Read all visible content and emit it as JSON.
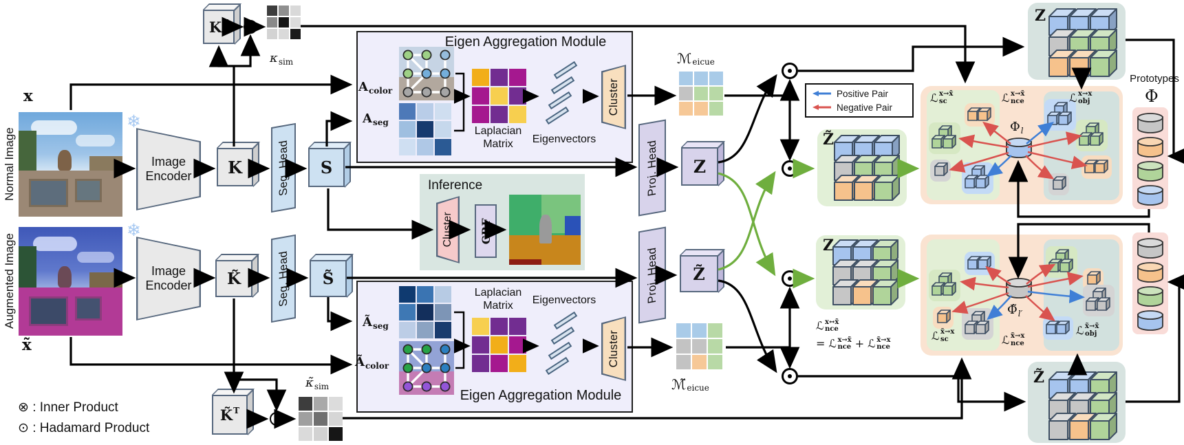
{
  "figure": {
    "normal_image_label": "Normal Image",
    "augmented_image_label": "Augmented Image",
    "x_label": "x",
    "x_tilde_label": "x̃",
    "snowflake_icon": "❄",
    "image_encoder": "Image Encoder",
    "seg_head": "Seg. Head",
    "proj_head": "Proj. Head",
    "k": "K",
    "k_t_base": "K",
    "k_t_sup": "T",
    "k_tilde": "K̃",
    "k_tilde_t_base": "K̃",
    "k_tilde_t_sup": "T",
    "s": "S",
    "s_tilde": "S̃",
    "z": "Z",
    "z_tilde": "Z̃",
    "ksim_base": "κ",
    "ksim_sub": "sim",
    "ksim_tilde_base": "κ̃",
    "ksim_tilde_sub": "sim",
    "m_base": "ℳ",
    "m_sub": "eicue",
    "m_tilde_base": "ℳ̃",
    "m_tilde_sub": "eicue"
  },
  "eam_top": {
    "title": "Eigen Aggregation Module",
    "a_color_base": "A",
    "a_color_sub": "color",
    "a_seg_base": "A",
    "a_seg_sub": "seg",
    "laplacian_line1": "Laplacian",
    "laplacian_line2": "Matrix",
    "eigenvectors": "Eigenvectors",
    "cluster": "Cluster"
  },
  "eam_bottom": {
    "title": "Eigen Aggregation Module",
    "a_color_base": "Ã",
    "a_color_sub": "color",
    "a_seg_base": "Ã",
    "a_seg_sub": "seg",
    "laplacian_line1": "Laplacian",
    "laplacian_line2": "Matrix",
    "eigenvectors": "Eigenvectors",
    "cluster": "Cluster"
  },
  "inference": {
    "title": "Inference",
    "cluster": "Cluster",
    "crf": "CRF"
  },
  "pair_legend": {
    "positive": "Positive Pair",
    "negative": "Negative Pair",
    "positive_color": "#3f7fd6",
    "negative_color": "#d9534f"
  },
  "loss_top": {
    "sc_base": "ℒ",
    "sc_sub": "sc",
    "sc_sup": "x→x̃",
    "nce_base": "ℒ",
    "nce_sub": "nce",
    "nce_sup": "x→x̃",
    "obj_base": "ℒ",
    "obj_sub": "obj",
    "obj_sup": "x→x",
    "proto_base": "Φ",
    "proto_sub": "l"
  },
  "loss_bottom": {
    "sc_base": "ℒ",
    "sc_sub": "sc",
    "sc_sup": "x̃→x",
    "nce_base": "ℒ",
    "nce_sub": "nce",
    "nce_sup": "x̃→x",
    "obj_base": "ℒ",
    "obj_sub": "obj",
    "obj_sup": "x̃→x̃",
    "proto_base": "Φ̃",
    "proto_sub": "l′"
  },
  "equation": {
    "t0_base": "ℒ",
    "t0_sub": "nce",
    "t0_sup": "x↔x̃",
    "eq": "=",
    "t1_base": "ℒ",
    "t1_sub": "nce",
    "t1_sup": "x→x̃",
    "plus": "+",
    "t2_base": "ℒ",
    "t2_sub": "nce",
    "t2_sup": "x̃→x"
  },
  "prototypes": {
    "label": "Prototypes",
    "symbol": "Φ",
    "order": [
      "gray",
      "orange",
      "green",
      "blue"
    ]
  },
  "ops_legend": {
    "inner": "⊗ : Inner Product",
    "hadamard": "⊙ : Hadamard Product"
  },
  "cube_colors": {
    "blue": "#a6c4ee",
    "green": "#b0d49a",
    "gray": "#c6c6c6",
    "orange": "#f6c28c"
  },
  "halo_colors": {
    "blue": "#c3daf6",
    "green": "#d6e8c3",
    "gray": "#d4d4d4",
    "orange": "#f8dcc0"
  },
  "accent_colors": {
    "flow_green": "#6fae3e",
    "wire_black": "#000000",
    "eam_bg": "#efeefb",
    "inference_bg": "#d9e6e1",
    "panel_bg": "#fae3d1"
  },
  "grids": {
    "ksim": {
      "cells": [
        [
          "#3d3d3d",
          "#8f8f8f",
          "#d9d9d9"
        ],
        [
          "#8a8a8a",
          "#141414",
          "#dcdcdc"
        ],
        [
          "#d3d3d3",
          "#dadada",
          "#1b1b1b"
        ]
      ]
    },
    "ksim_tilde": {
      "cells": [
        [
          "#3d3d3d",
          "#a9a9a9",
          "#dcdcdc"
        ],
        [
          "#9f9f9f",
          "#6f6f6f",
          "#d6d6d6"
        ],
        [
          "#dadada",
          "#d2d2d2",
          "#161616"
        ]
      ]
    },
    "aseg": {
      "cells": [
        [
          "#4d79b8",
          "#b9cde8",
          "#cfdef0"
        ],
        [
          "#9fbfe0",
          "#173a6e",
          "#c6d8ec"
        ],
        [
          "#cfdff2",
          "#afc8e6",
          "#2b5a94"
        ]
      ]
    },
    "aseg_tilde": {
      "cells": [
        [
          "#0f3a70",
          "#3a74b2",
          "#b7cbe4"
        ],
        [
          "#3e78b4",
          "#132f5c",
          "#7d95b6"
        ],
        [
          "#bccde6",
          "#8ba3c2",
          "#1a3c6e"
        ]
      ]
    },
    "laplacian": {
      "cells": [
        [
          "#f2ae19",
          "#722d91",
          "#a5188f"
        ],
        [
          "#a5188f",
          "#f7cf4f",
          "#722d91"
        ],
        [
          "#a5188f",
          "#722d91",
          "#f7cf4f"
        ]
      ]
    },
    "laplacian_tilde": {
      "cells": [
        [
          "#f7cf4f",
          "#722d91",
          "#722d91"
        ],
        [
          "#722d91",
          "#f2ae19",
          "#a5188f"
        ],
        [
          "#722d91",
          "#a5188f",
          "#f2ae19"
        ]
      ]
    },
    "m": {
      "cells": [
        [
          "#a9cbe8",
          "#a9cbe8",
          "#a9cbe8"
        ],
        [
          "#c3c3c3",
          "#b8d9a6",
          "#b8d9a6"
        ],
        [
          "#f6c897",
          "#f6c897",
          "#b8d9a6"
        ]
      ]
    },
    "m_tilde": {
      "cells": [
        [
          "#a9cbe8",
          "#a9cbe8",
          "#b8d9a6"
        ],
        [
          "#c3c3c3",
          "#c3c3c3",
          "#b8d9a6"
        ],
        [
          "#c3c3c3",
          "#f6c897",
          "#b8d9a6"
        ]
      ]
    }
  },
  "cube_patterns": {
    "m": [
      [
        "blue",
        "blue",
        "blue"
      ],
      [
        "gray",
        "green",
        "green"
      ],
      [
        "orange",
        "orange",
        "green"
      ]
    ],
    "mt": [
      [
        "blue",
        "blue",
        "green"
      ],
      [
        "gray",
        "gray",
        "green"
      ],
      [
        "gray",
        "orange",
        "green"
      ]
    ]
  },
  "graphs": {
    "top": {
      "sky": "#c6d4e4",
      "ground": "#b2a89e",
      "nodes": [
        [
          "#9ed186",
          "#9ed186",
          "#96bcdc"
        ],
        [
          "#9ed186",
          "#74aedb",
          "#74aedb"
        ],
        [
          "#a6a6a6",
          "#a6a6a6",
          "#a6a6a6"
        ]
      ]
    },
    "bottom": {
      "sky": "#93a3d6",
      "ground": "#c47cb4",
      "nodes": [
        [
          "#27a348",
          "#27a348",
          "#2b7fc0"
        ],
        [
          "#27a348",
          "#2b7fc0",
          "#2b7fc0"
        ],
        [
          "#9355d8",
          "#9355d8",
          "#9355d8"
        ]
      ]
    }
  }
}
